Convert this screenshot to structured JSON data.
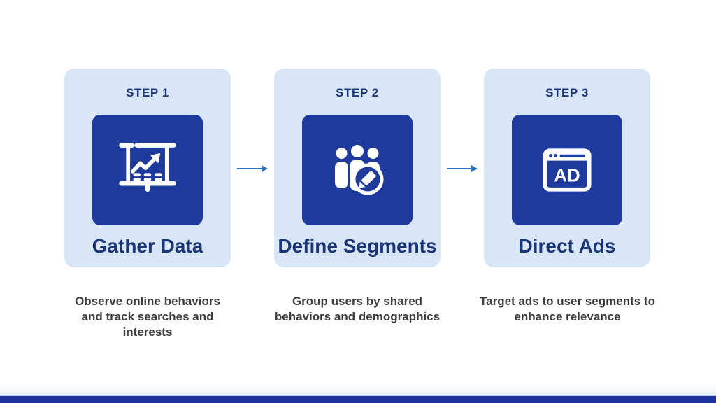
{
  "steps": [
    {
      "label": "STEP 1",
      "title": "Gather Data",
      "description": "Observe online behaviors and track searches and interests",
      "icon": "presentation-chart-icon"
    },
    {
      "label": "STEP 2",
      "title": "Define Segments",
      "description": "Group users by shared behaviors and demographics",
      "icon": "user-group-edit-icon"
    },
    {
      "label": "STEP 3",
      "title": "Direct Ads",
      "description": "Target ads to user segments to enhance relevance",
      "icon": "ad-browser-icon",
      "icon_text": "AD"
    }
  ],
  "colors": {
    "card_background": "#d9e6f8",
    "icon_tile_background": "#1d3a9c",
    "heading_text": "#1b3676",
    "description_text": "#3d3d3d",
    "arrow": "#2f70ba",
    "footer_bar": "#1f33a0",
    "footer_line": "#b9c7ec",
    "icon_glyph": "#ffffff"
  }
}
